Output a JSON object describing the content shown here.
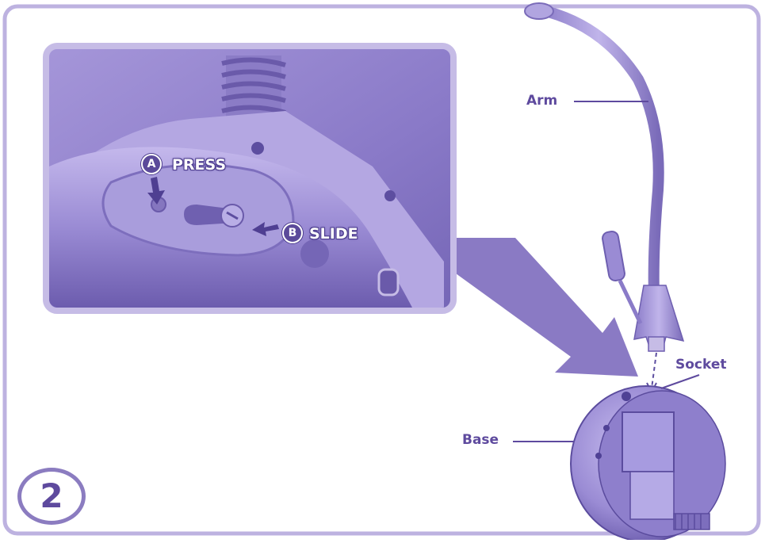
{
  "step": {
    "number": "2"
  },
  "labels": {
    "arm": "Arm",
    "socket": "Socket",
    "base": "Base"
  },
  "inset": {
    "step_a": {
      "badge": "A",
      "action": "PRESS"
    },
    "step_b": {
      "badge": "B",
      "action": "SLIDE"
    }
  },
  "colors": {
    "frame": "#bdb2e0",
    "inset_border": "#c6bce6",
    "product": "#9d8fd6",
    "product_dark": "#6e5fb0",
    "text": "#5e4a9e",
    "callout_arrow": "#8a7ac4"
  }
}
